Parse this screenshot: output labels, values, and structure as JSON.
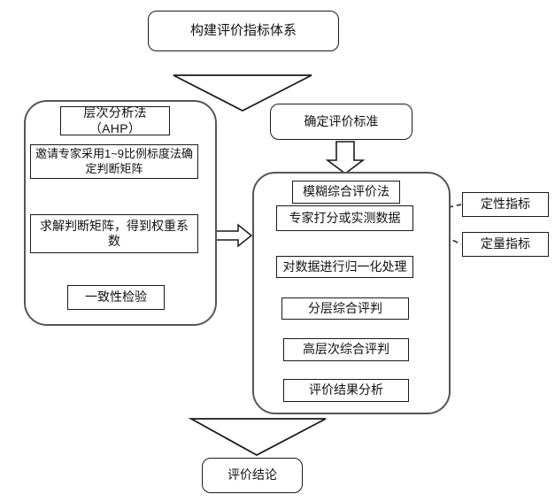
{
  "diagram": {
    "title_node": {
      "label": "构建评价指标体系"
    },
    "criteria_node": {
      "label": "确定评价标准"
    },
    "conclusion_node": {
      "label": "评价结论"
    },
    "left_panel": {
      "name": "层次分析法（AHP）",
      "title_label": "层次分析法（AHP）",
      "steps": [
        {
          "label": "邀请专家采用1~9比例标度法确定判断矩阵"
        },
        {
          "label": "求解判断矩阵，得到权重系数"
        },
        {
          "label": "一致性检验"
        }
      ]
    },
    "right_panel": {
      "name": "模糊综合评价法",
      "title_label": "模糊综合评价法",
      "steps": [
        {
          "label": "专家打分或实测数据"
        },
        {
          "label": "对数据进行归一化处理"
        },
        {
          "label": "分层综合评判"
        },
        {
          "label": "高层次综合评判"
        },
        {
          "label": "评价结果分析"
        }
      ]
    },
    "side_notes": [
      {
        "label": "定性指标"
      },
      {
        "label": "定量指标"
      }
    ],
    "colors": {
      "stroke": "#1a1a1a",
      "panel_stroke": "#555555",
      "fill": "#ffffff",
      "text": "#111111"
    },
    "connectors": {
      "top_arrow": "triangle-down-large",
      "criteria_arrow": "block-arrow-down",
      "panel_link": "double-headed-block-arrow",
      "bottom_arrow": "triangle-down-large",
      "note_links": "dashed-line"
    }
  }
}
